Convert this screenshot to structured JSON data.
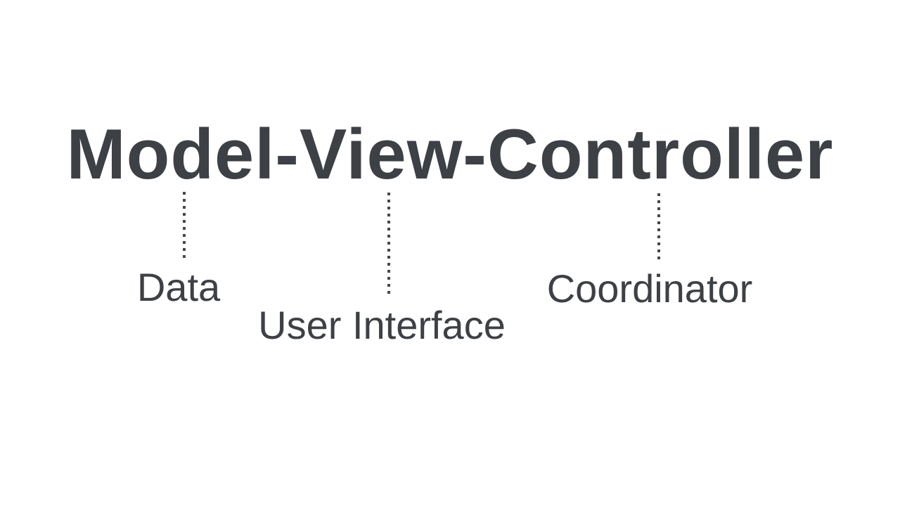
{
  "slide": {
    "title": "Model-View-Controller",
    "annotations": [
      {
        "id": "model",
        "label": "Data"
      },
      {
        "id": "view",
        "label": "User Interface"
      },
      {
        "id": "controller",
        "label": "Coordinator"
      }
    ]
  },
  "colors": {
    "background": "#ffffff",
    "text": "#3d4045",
    "connector": "#45484c"
  }
}
